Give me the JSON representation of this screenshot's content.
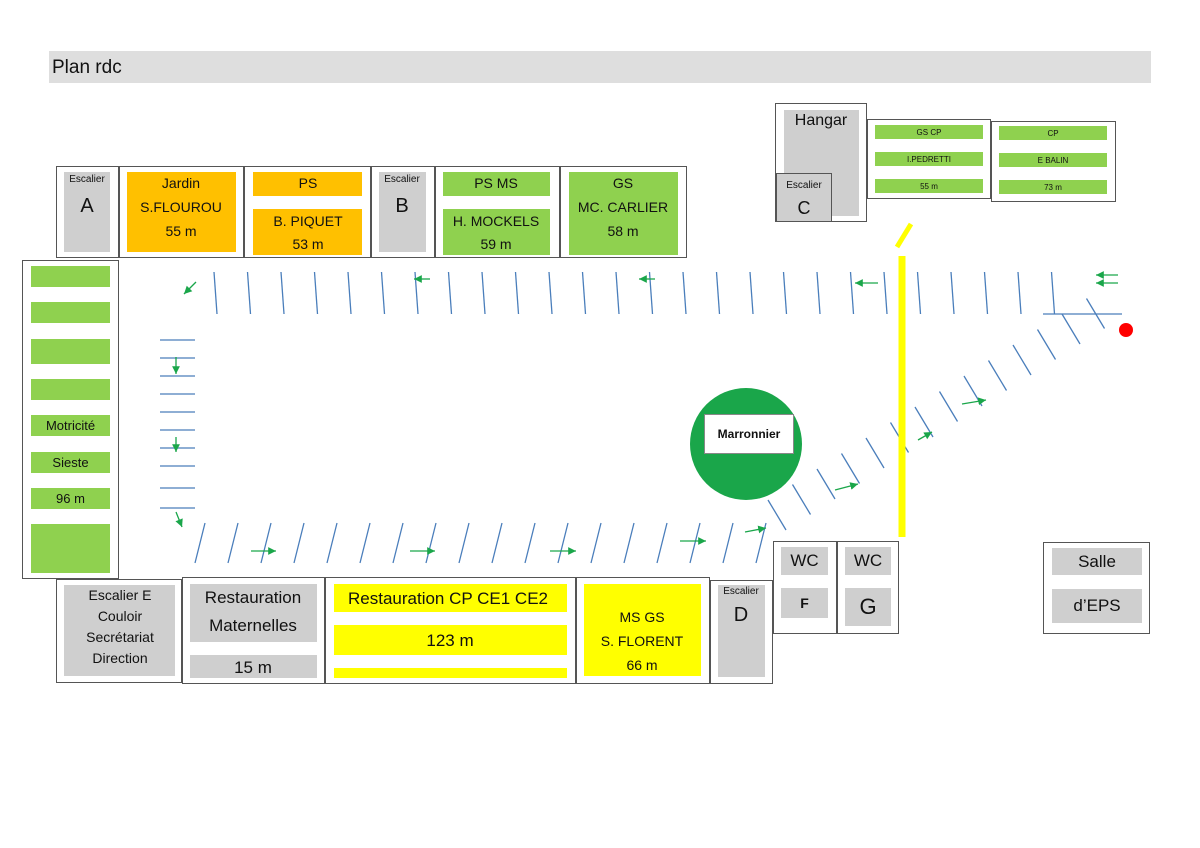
{
  "title": "Plan rdc",
  "colors": {
    "green": "#8fd14f",
    "orange": "#ffc000",
    "yellow": "#ffff00",
    "grey": "#cfcfcf",
    "tree": "#1aa64a",
    "dash": "#4a7ebb",
    "arrow": "#1aa64a",
    "marker": "#ff0000"
  },
  "hangar": {
    "label": "Hangar",
    "stair_small": "Escalier",
    "stair_letter": "C"
  },
  "gs_cp": {
    "line1": "GS CP",
    "line2": "I.PEDRETTI",
    "line3": "55 m"
  },
  "cp": {
    "line1": "CP",
    "line2": "E BALIN",
    "line3": "73 m"
  },
  "stair_a": {
    "small": "Escalier",
    "letter": "A"
  },
  "jardin": {
    "line1": "Jardin",
    "line2": "S.FLOUROU",
    "line3": "55 m"
  },
  "ps": {
    "line1": "PS",
    "line2": "B. PIQUET",
    "line3": "53 m"
  },
  "stair_b": {
    "small": "Escalier",
    "letter": "B"
  },
  "ps_ms": {
    "line1": "PS MS",
    "line2": "H. MOCKELS",
    "line3": "59 m"
  },
  "gs": {
    "line1": "GS",
    "line2": "MC. CARLIER",
    "line3": "58 m"
  },
  "left_wing": {
    "label1": "Motricité",
    "label2": "Sieste",
    "label3": "96 m"
  },
  "tree": {
    "label": "Marronnier"
  },
  "escalier_e": {
    "line1": "Escalier E",
    "line2": "Couloir",
    "line3": "Secrétariat",
    "line4": "Direction"
  },
  "resto_mat": {
    "line1": "Restauration",
    "line2": "Maternelles",
    "line3": "15 m"
  },
  "resto_cp": {
    "line1": "Restauration CP CE1 CE2",
    "line2": "123 m"
  },
  "ms_gs": {
    "line1": "MS GS",
    "line2": "S. FLORENT",
    "line3": "66 m"
  },
  "stair_d": {
    "small": "Escalier",
    "letter": "D"
  },
  "wc_f": {
    "label": "WC",
    "letter": "F"
  },
  "wc_g": {
    "label": "WC",
    "letter": "G"
  },
  "salle": {
    "line1": "Salle",
    "line2": "d’EPS"
  }
}
